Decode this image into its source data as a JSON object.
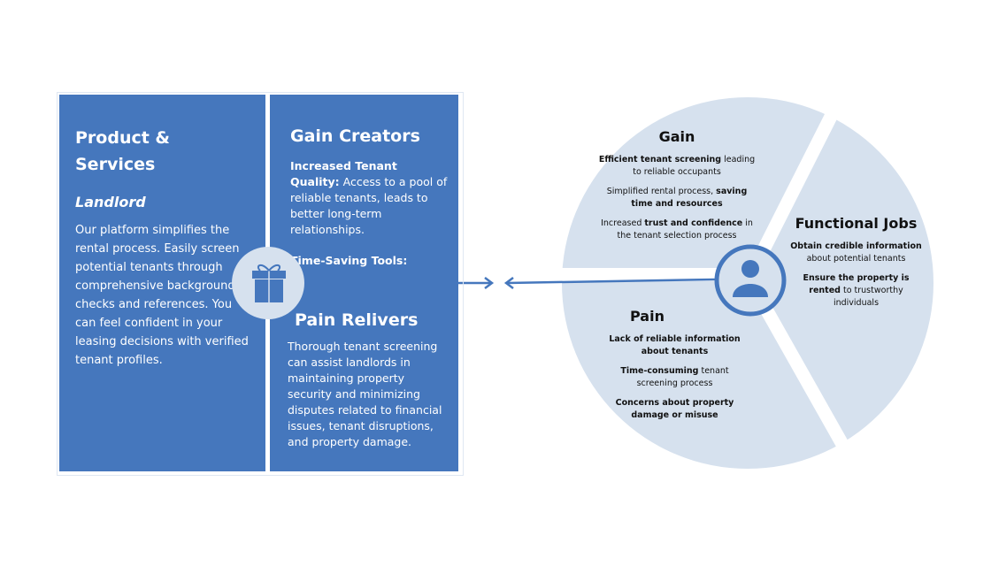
{
  "colors": {
    "primary": "#4577bd",
    "light": "#d6e1ee"
  },
  "products": {
    "title": "Product & Services",
    "subtitle": "Landlord",
    "body": "Our platform simplifies the rental process. Easily screen potential tenants through comprehensive background checks and references. You can feel confident in your leasing decisions with verified tenant profiles."
  },
  "gain_creators": {
    "title": "Gain Creators",
    "item_bold": "Increased Tenant Quality:",
    "item_text": " Access to a pool of reliable tenants, leads to better long-term relationships.",
    "tools": "Time-Saving Tools:"
  },
  "pain_relievers": {
    "title": "Pain Relivers",
    "body": "Thorough tenant screening can assist landlords in maintaining property security and minimizing disputes related to financial issues, tenant disruptions, and property damage."
  },
  "icons": {
    "value_map": "gift-icon",
    "customer": "person-icon"
  },
  "gain": {
    "title": "Gain",
    "items": [
      {
        "a": "Efficient tenant screening",
        "b": " leading to reliable occupants"
      },
      {
        "a": "Simplified rental process, ",
        "b": "saving time and resources"
      },
      {
        "a": "Increased ",
        "b": "trust and confidence",
        "c": " in the tenant selection process"
      }
    ]
  },
  "functional": {
    "title": "Functional Jobs",
    "items": [
      {
        "a": "Obtain credible information",
        "b": " about potential tenants"
      },
      {
        "a": "Ensure the property is rented",
        "b": " to trustworthy individuals"
      }
    ]
  },
  "pain": {
    "title": "Pain",
    "items": [
      {
        "a": "Lack of reliable information about tenants",
        "b": ""
      },
      {
        "a": "Time-consuming",
        "b": " tenant screening process"
      },
      {
        "a": "Concerns about property damage or misuse",
        "b": ""
      }
    ]
  }
}
